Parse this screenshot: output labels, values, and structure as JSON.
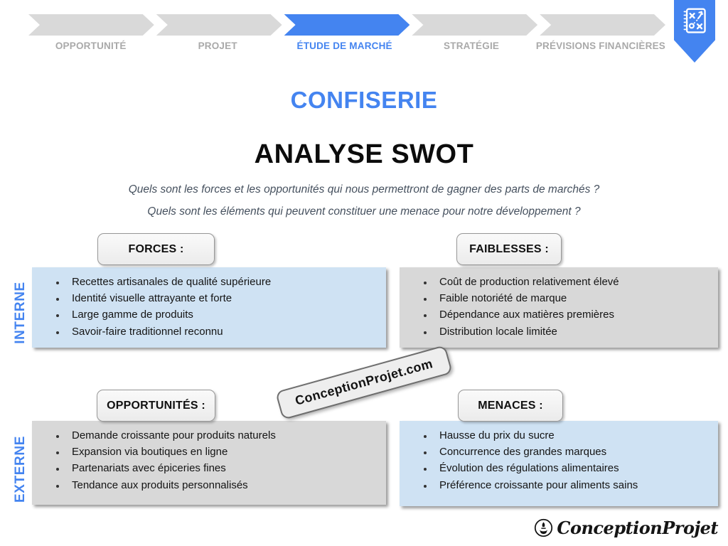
{
  "nav": {
    "steps": [
      {
        "label": "OPPORTUNITÉ",
        "active": false
      },
      {
        "label": "PROJET",
        "active": false
      },
      {
        "label": "ÉTUDE DE MARCHÉ",
        "active": true
      },
      {
        "label": "STRATÉGIE",
        "active": false
      },
      {
        "label": "PRÉVISIONS FINANCIÈRES",
        "active": false
      }
    ]
  },
  "titles": {
    "main": "CONFISERIE",
    "subtitle": "ANALYSE SWOT"
  },
  "questions": [
    "Quels sont les forces et les opportunités qui nous permettront de gagner des parts de marchés ?",
    "Quels sont les éléments qui peuvent constituer une menace pour notre développement ?"
  ],
  "axis_labels": {
    "internal": "INTERNE",
    "external": "EXTERNE"
  },
  "quadrants": {
    "forces": {
      "title": "FORCES :",
      "tone": "blue",
      "items": [
        "Recettes artisanales de qualité supérieure",
        "Identité visuelle attrayante et forte",
        "Large gamme de produits",
        "Savoir-faire traditionnel reconnu"
      ]
    },
    "faiblesses": {
      "title": "FAIBLESSES :",
      "tone": "gray",
      "items": [
        "Coût de production relativement élevé",
        "Faible notoriété de marque",
        "Dépendance aux matières premières",
        "Distribution locale limitée"
      ]
    },
    "opportunites": {
      "title": "OPPORTUNITÉS :",
      "tone": "gray",
      "items": [
        "Demande croissante pour produits naturels",
        "Expansion via boutiques en ligne",
        "Partenariats avec épiceries fines",
        "Tendance aux produits personnalisés"
      ]
    },
    "menaces": {
      "title": "MENACES :",
      "tone": "blue",
      "items": [
        "Hausse du prix du sucre",
        "Concurrence des grandes marques",
        "Évolution des régulations alimentaires",
        "Préférence croissante pour aliments sains"
      ]
    }
  },
  "watermark": {
    "text": "ConceptionProjet.com"
  },
  "footer_logo": {
    "text": "ConceptionProjet",
    "icon": "hand-holding-rocket-icon"
  },
  "badge": {
    "icon": "tactics-plan-icon"
  },
  "colors": {
    "accent_blue": "#4484f0",
    "light_blue_box": "#cfe2f3",
    "gray_box": "#d8d8d8",
    "nav_chevron_gray": "#d9d9d9",
    "nav_text_gray": "#a9a9a9",
    "question_text": "#45505e"
  }
}
